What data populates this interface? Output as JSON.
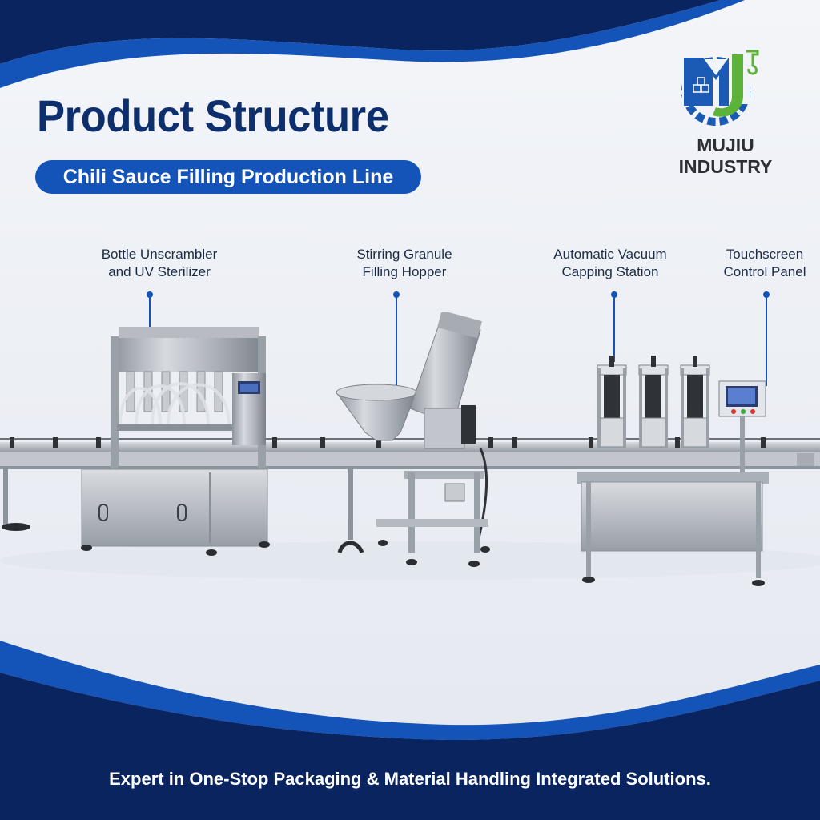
{
  "header": {
    "title": "Product Structure",
    "subtitle": "Chili Sauce Filling Production Line"
  },
  "brand": {
    "name_line1": "MUJIU",
    "name_line2": "INDUSTRY",
    "logo_icon": "mj-gear-logo-icon",
    "colors": {
      "blue": "#1c5bb5",
      "green": "#5db33a",
      "dark": "#2d2f36"
    }
  },
  "callouts": [
    {
      "label": "Bottle Unscrambler\nand UV Sterilizer"
    },
    {
      "label": "Stirring Granule\nFilling Hopper"
    },
    {
      "label": "Automatic Vacuum\nCapping Station"
    },
    {
      "label": "Touchscreen\nControl Panel"
    }
  ],
  "machine": {
    "description_icon": "filling-production-line-illustration"
  },
  "footer": {
    "tagline": "Expert in One-Stop Packaging & Material Handling Integrated Solutions."
  },
  "colors": {
    "navy": "#0a2460",
    "accent_blue": "#1453b8",
    "title": "#0e2f6e",
    "background": "#f1f4f9",
    "steel": "#b9bec6"
  }
}
